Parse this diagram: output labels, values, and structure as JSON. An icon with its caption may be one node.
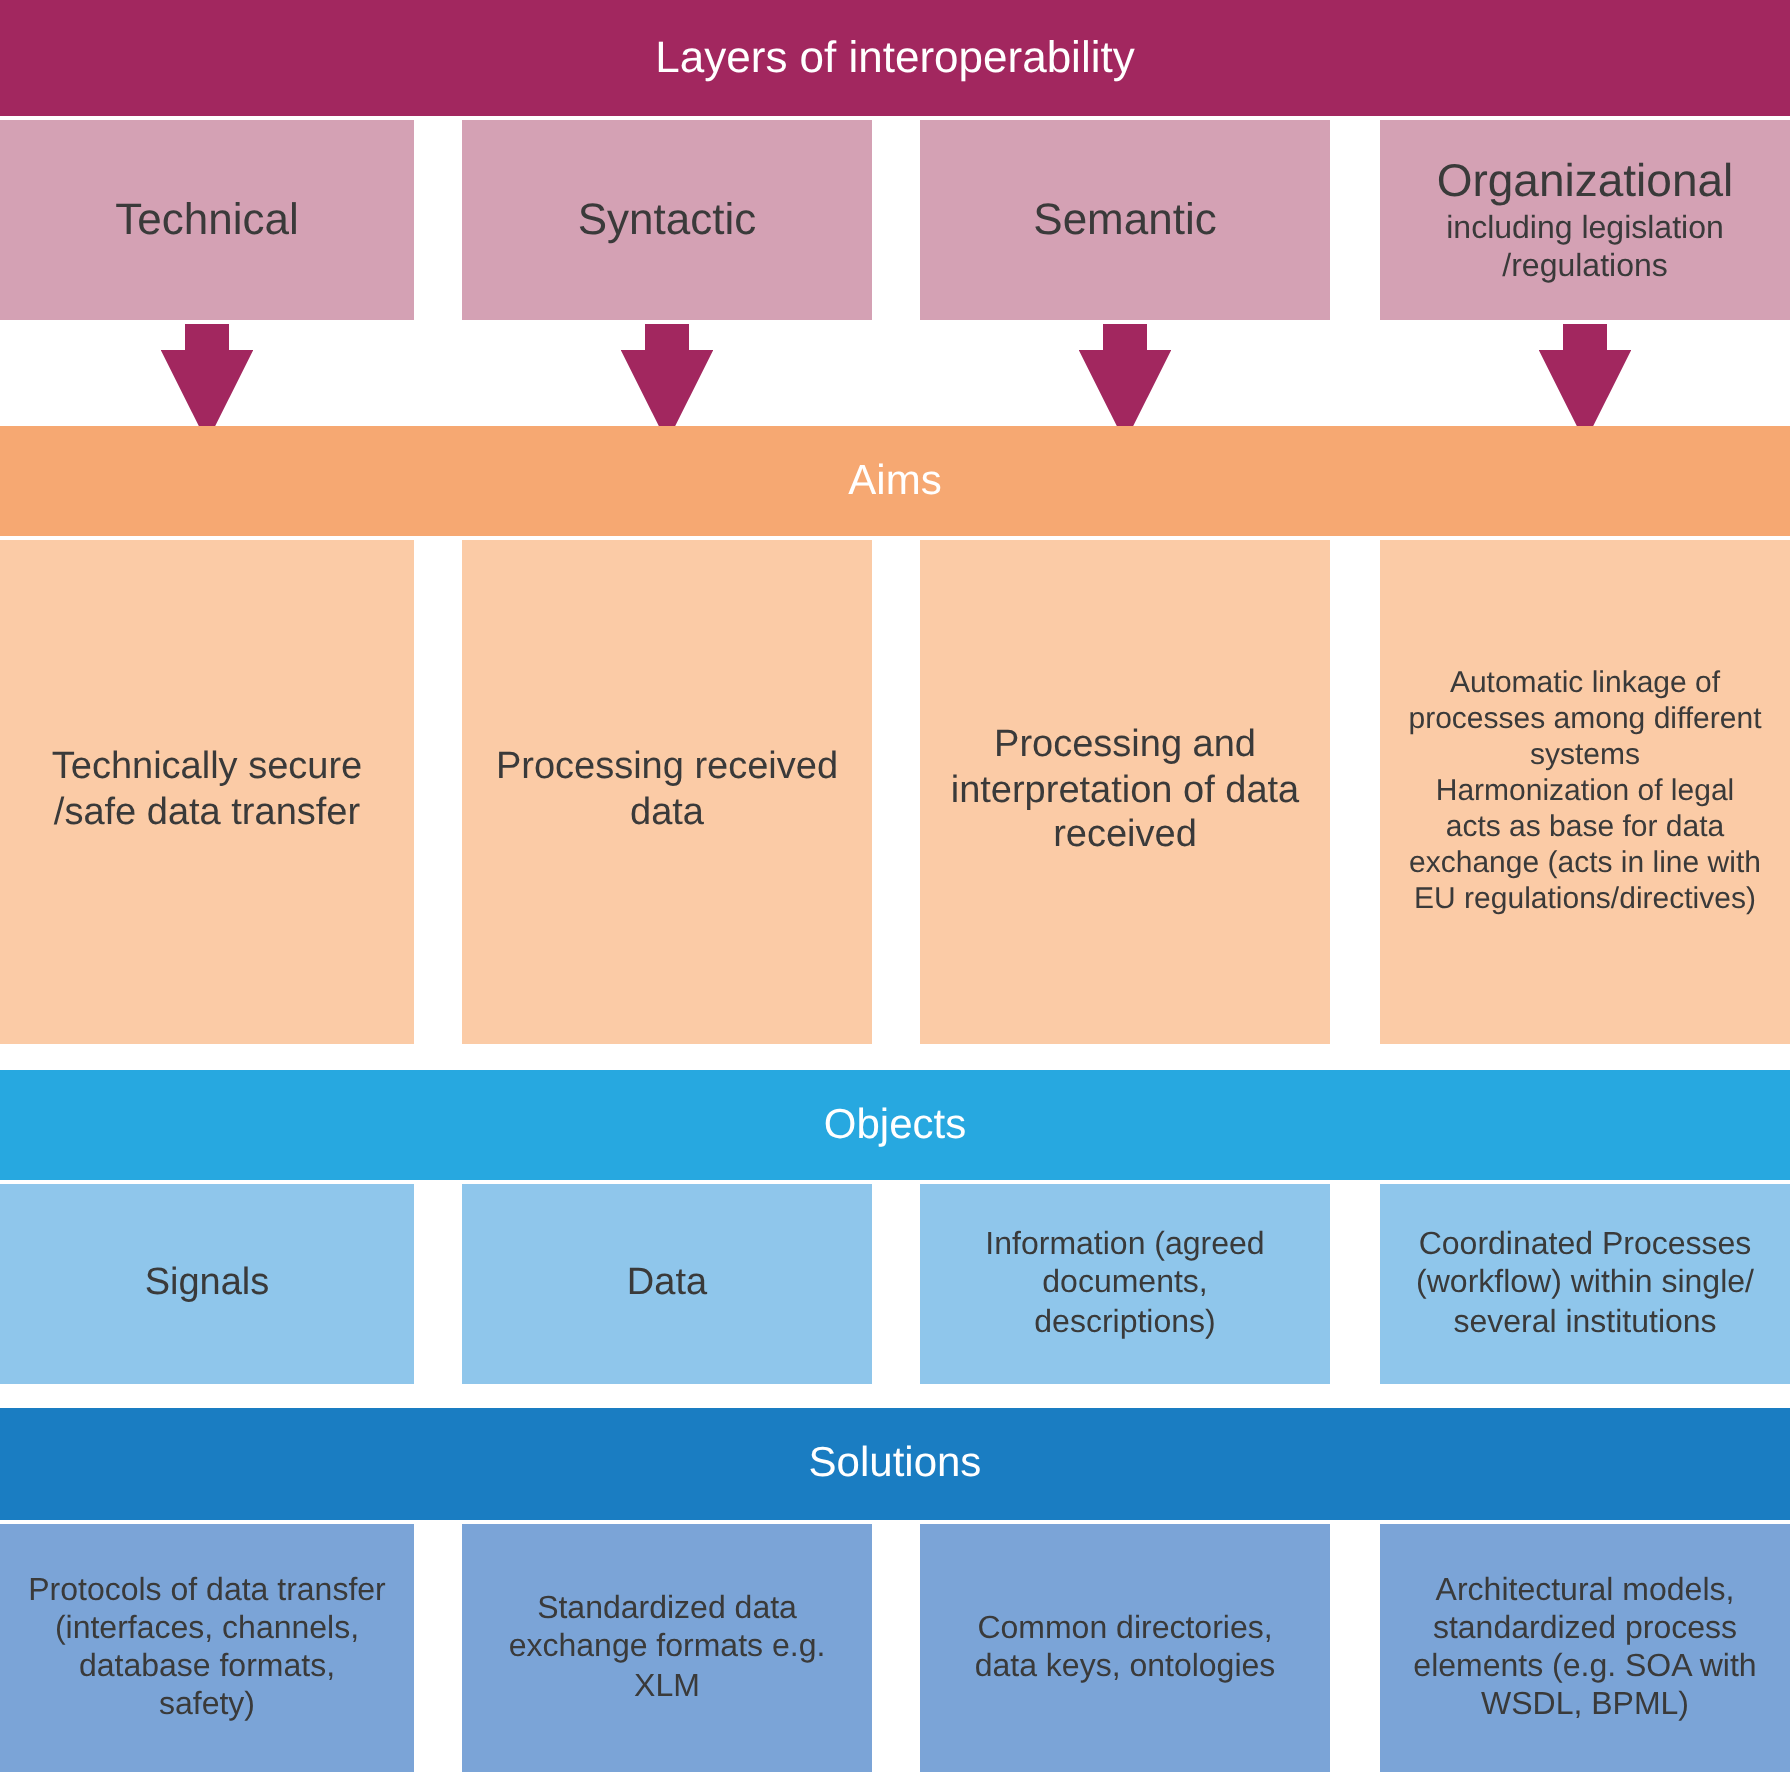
{
  "diagram": {
    "nodes": [
      {
        "text": [
          "Layers of interoperability"
        ]
      },
      {
        "text": [
          "Technical"
        ]
      },
      {
        "text": [
          "Syntactic"
        ]
      },
      {
        "text": [
          "Semantic"
        ]
      },
      {
        "text": [
          "Organizational",
          "including legislation /regulations"
        ]
      },
      {
        "text": [
          "Aims"
        ]
      },
      {
        "text": [
          "Technically secure /safe data transfer"
        ]
      },
      {
        "text": [
          "Processing received data"
        ]
      },
      {
        "text": [
          "Processing and interpretation of data received"
        ]
      },
      {
        "text": [
          "Automatic linkage of processes among different systems",
          "Harmonization of legal acts as base for data exchange (acts in line with EU regulations/directives)"
        ]
      },
      {
        "text": [
          "Objects"
        ]
      },
      {
        "text": [
          "Signals"
        ]
      },
      {
        "text": [
          "Data"
        ]
      },
      {
        "text": [
          "Information (agreed documents, descriptions)"
        ]
      },
      {
        "text": [
          "Coordinated Processes (workflow) within single/ several institutions"
        ]
      },
      {
        "text": [
          "Solutions"
        ]
      },
      {
        "text": [
          "Protocols of data transfer (interfaces, channels, database formats, safety)"
        ]
      },
      {
        "text": [
          "Standardized data exchange formats e.g. XLM"
        ]
      },
      {
        "text": [
          "Common directories, data keys, ontologies"
        ]
      },
      {
        "text": [
          "Architectural models, standardized process elements (e.g. SOA with WSDL, BPML)"
        ]
      }
    ],
    "edges": [
      {
        "from": 1,
        "to": 5,
        "arrow": "to"
      },
      {
        "from": 2,
        "to": 5,
        "arrow": "to"
      },
      {
        "from": 3,
        "to": 5,
        "arrow": "to"
      },
      {
        "from": 4,
        "to": 5,
        "arrow": "to"
      }
    ]
  }
}
